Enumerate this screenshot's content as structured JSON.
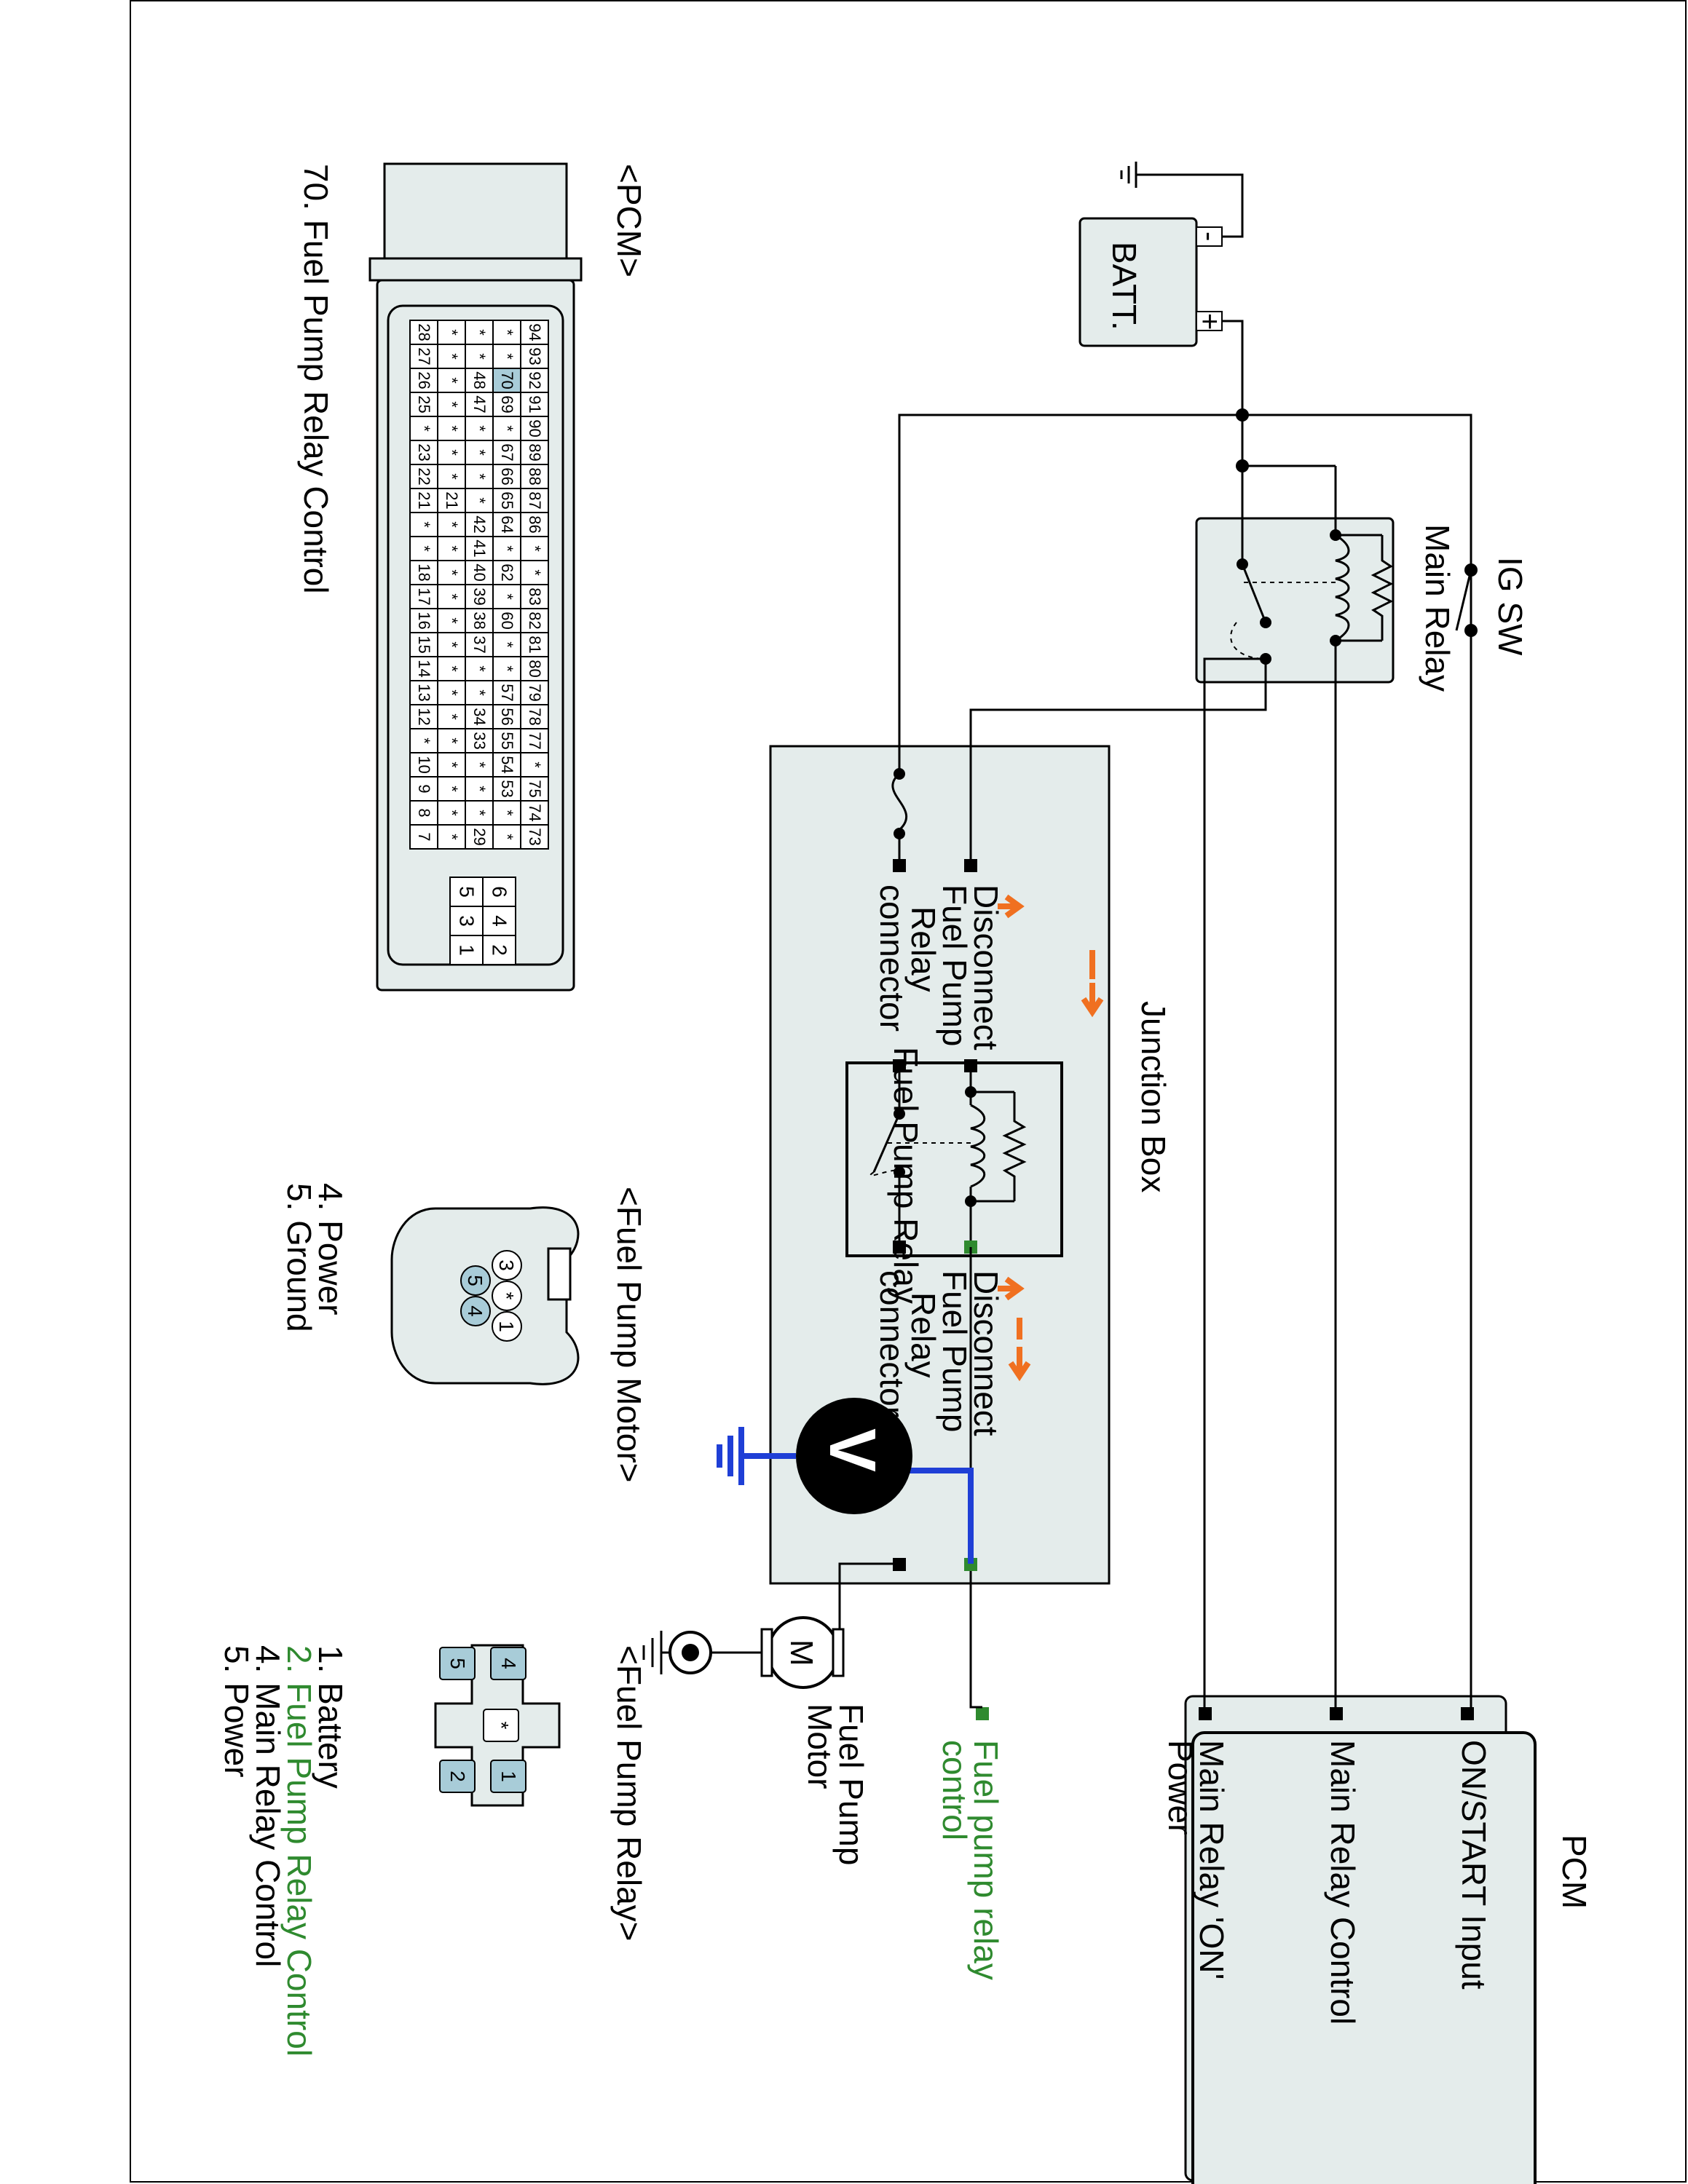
{
  "diagram": {
    "batt_label": "BATT.",
    "batt_plus": "+",
    "batt_minus": "-",
    "ig_sw": "IG SW",
    "main_relay": "Main Relay",
    "junction_box": "Junction Box",
    "disconnect_label": [
      "Disconnect",
      "Fuel Pump",
      "Relay",
      "connector"
    ],
    "fuel_pump_relay": "Fuel Pump Relay",
    "voltmeter": "V",
    "motor_symbol": "M",
    "fuel_pump_motor_label": [
      "Fuel Pump",
      "Motor"
    ],
    "pcm_title": "PCM",
    "pcm_pins": [
      {
        "label": [
          "ON/START Input"
        ],
        "highlight": false
      },
      {
        "label": [
          "Main Relay Control"
        ],
        "highlight": false
      },
      {
        "label": [
          "Main Relay 'ON'",
          "Power"
        ],
        "highlight": false
      },
      {
        "label": [
          "Fuel pump relay",
          "control"
        ],
        "highlight": true
      }
    ],
    "pcm_connector": {
      "title": "<PCM>",
      "caption": "70. Fuel Pump Relay Control",
      "rows": [
        [
          "94",
          "93",
          "92",
          "91",
          "90",
          "89",
          "88",
          "87",
          "86",
          "*",
          "*",
          "83",
          "82",
          "81",
          "80",
          "79",
          "78",
          "77",
          "*",
          "75",
          "74",
          "73"
        ],
        [
          "*",
          "*",
          "70",
          "69",
          "*",
          "67",
          "66",
          "65",
          "64",
          "*",
          "62",
          "*",
          "60",
          "*",
          "*",
          "57",
          "56",
          "55",
          "54",
          "53",
          "*",
          "*"
        ],
        [
          "*",
          "*",
          "48",
          "47",
          "*",
          "*",
          "*",
          "*",
          "42",
          "41",
          "40",
          "39",
          "38",
          "37",
          "*",
          "*",
          "34",
          "33",
          "*",
          "*",
          "*",
          "29"
        ],
        [
          "*",
          "*",
          "*",
          "*",
          "*",
          "*",
          "*",
          "21",
          "*",
          "*",
          "*",
          "*",
          "*",
          "*",
          "*",
          "*",
          "*",
          "*",
          "*",
          "*",
          "*",
          "*"
        ],
        [
          "28",
          "27",
          "26",
          "25",
          "*",
          "23",
          "22",
          "21",
          "*",
          "*",
          "18",
          "17",
          "16",
          "15",
          "14",
          "13",
          "12",
          "*",
          "10",
          "9",
          "8",
          "7"
        ]
      ],
      "small_grid": [
        [
          "6",
          "5"
        ],
        [
          "4",
          "3"
        ],
        [
          "2",
          "1"
        ]
      ]
    },
    "motor_connector": {
      "title": "<Fuel Pump Motor>",
      "pins": [
        "3",
        "*",
        "1",
        "5",
        "4"
      ],
      "legend": [
        "4. Power",
        "5. Ground"
      ]
    },
    "relay_connector": {
      "title": "<Fuel Pump Relay>",
      "pins": [
        "4",
        "1",
        "5",
        "*",
        "2"
      ],
      "legend": [
        {
          "text": "1. Battery",
          "highlight": false
        },
        {
          "text": "2. Fuel Pump Relay Control",
          "highlight": true
        },
        {
          "text": "4. Main Relay Control",
          "highlight": false
        },
        {
          "text": "5. Power",
          "highlight": false
        }
      ]
    },
    "colors": {
      "wire": "#000000",
      "measure_wire": "#1f3fd6",
      "panel_fill": "#e4eceb",
      "pin_fill": "#a8ccd8",
      "arrow": "#f07020",
      "highlight_text": "#2f8a2f",
      "terminal_green": "#2f8a2f"
    }
  }
}
